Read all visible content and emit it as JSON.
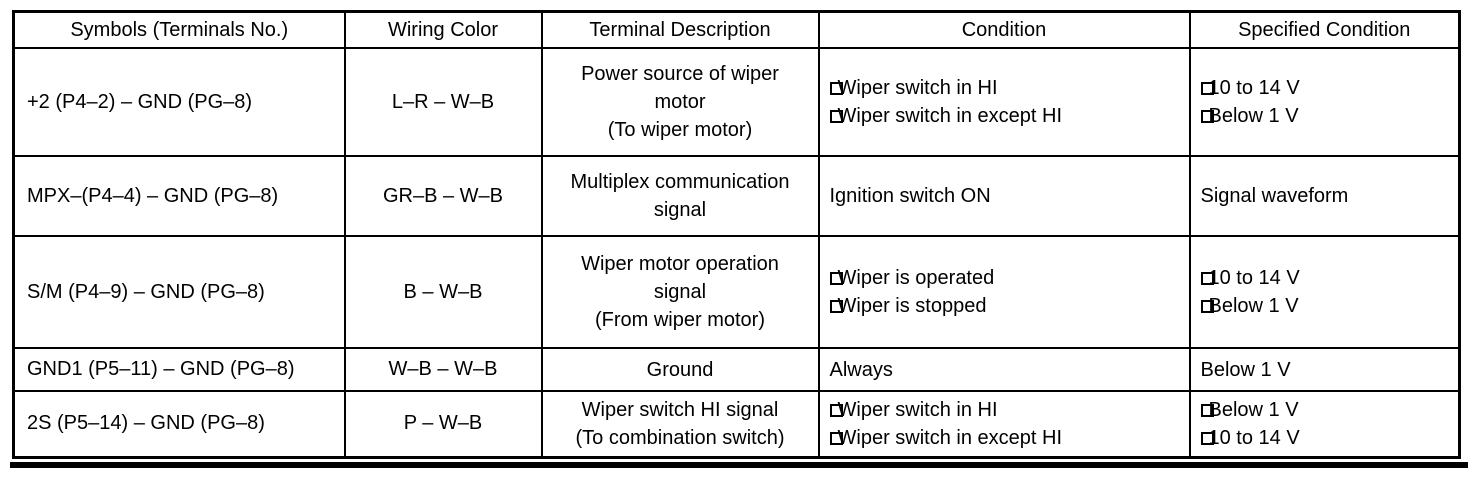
{
  "table": {
    "headers": [
      "Symbols (Terminals No.)",
      "Wiring Color",
      "Terminal Description",
      "Condition",
      "Specified Condition"
    ],
    "rows": [
      {
        "symbols": "+2 (P4–2) – GND (PG–8)",
        "wiring_color": "L–R – W–B",
        "terminal_description": [
          "Power source of wiper",
          "motor",
          "(To wiper motor)"
        ],
        "condition": [
          {
            "bullet": true,
            "text": "Wiper switch in HI"
          },
          {
            "bullet": true,
            "text": "Wiper switch in except HI"
          }
        ],
        "specified_condition": [
          {
            "bullet": true,
            "text": "10 to 14 V"
          },
          {
            "bullet": true,
            "text": "Below 1 V"
          }
        ]
      },
      {
        "symbols": "MPX–(P4–4) – GND (PG–8)",
        "wiring_color": "GR–B – W–B",
        "terminal_description": [
          "Multiplex communication",
          "signal"
        ],
        "condition": [
          {
            "bullet": false,
            "text": "Ignition switch ON"
          }
        ],
        "specified_condition": [
          {
            "bullet": false,
            "text": "Signal waveform"
          }
        ]
      },
      {
        "symbols": "S/M (P4–9) – GND (PG–8)",
        "wiring_color": "B – W–B",
        "terminal_description": [
          "Wiper motor operation",
          "signal",
          "(From wiper motor)"
        ],
        "condition": [
          {
            "bullet": true,
            "text": "Wiper is operated"
          },
          {
            "bullet": true,
            "text": "Wiper is stopped"
          }
        ],
        "specified_condition": [
          {
            "bullet": true,
            "text": "10 to 14 V"
          },
          {
            "bullet": true,
            "text": "Below 1 V"
          }
        ]
      },
      {
        "symbols": "GND1 (P5–11) – GND (PG–8)",
        "wiring_color": "W–B – W–B",
        "terminal_description": [
          "Ground"
        ],
        "condition": [
          {
            "bullet": false,
            "text": "Always"
          }
        ],
        "specified_condition": [
          {
            "bullet": false,
            "text": "Below 1 V"
          }
        ]
      },
      {
        "symbols": "2S (P5–14) – GND (PG–8)",
        "wiring_color": "P – W–B",
        "terminal_description": [
          "Wiper switch HI signal",
          "(To combination switch)"
        ],
        "condition": [
          {
            "bullet": true,
            "text": "Wiper switch in HI"
          },
          {
            "bullet": true,
            "text": "Wiper switch in except HI"
          }
        ],
        "specified_condition": [
          {
            "bullet": true,
            "text": "Below 1 V"
          },
          {
            "bullet": true,
            "text": "10 to 14 V"
          }
        ]
      }
    ]
  },
  "colors": {
    "border": "#000000",
    "background": "#ffffff",
    "text": "#000000"
  }
}
